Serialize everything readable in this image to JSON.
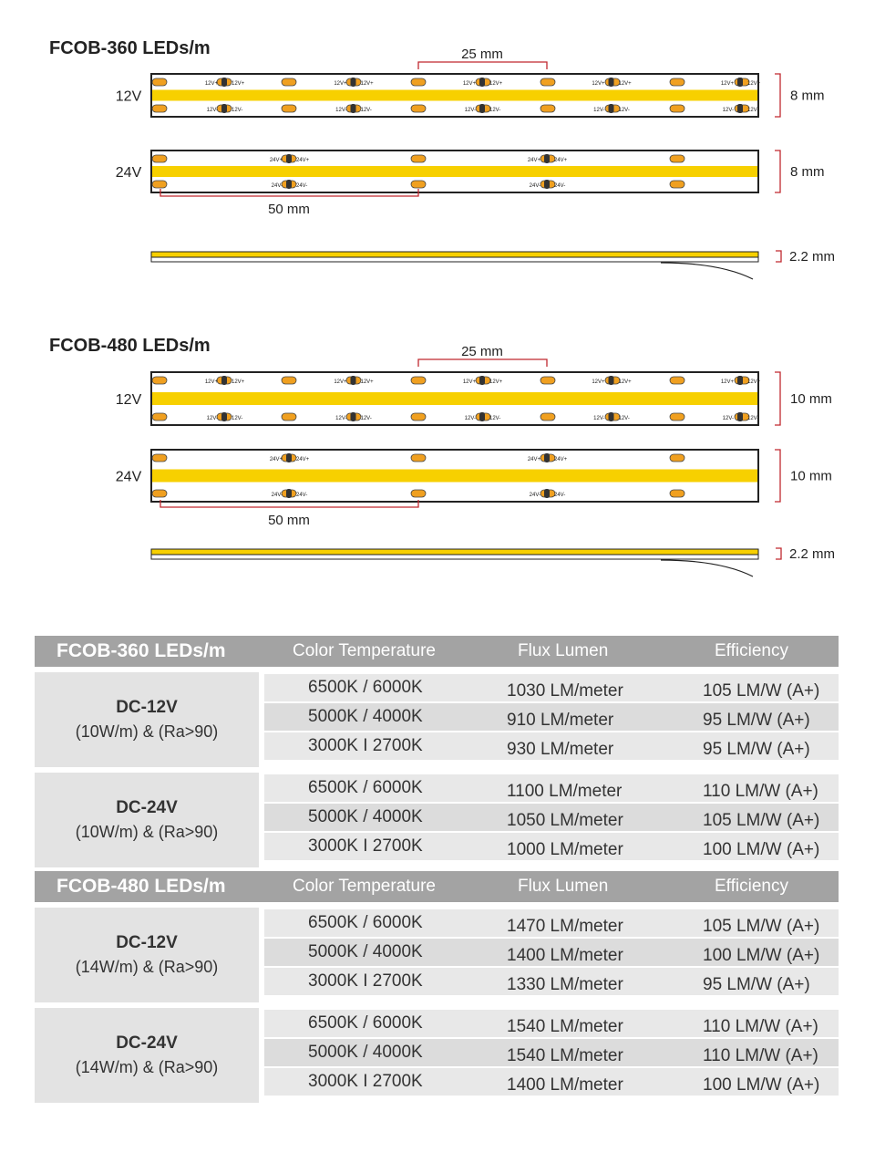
{
  "diagrams": [
    {
      "title": "FCOB-360 LEDs/m",
      "led_spacing_label": "25 mm",
      "cut_spacing_label": "50 mm",
      "strips": [
        {
          "voltage": "12V",
          "width_label": "8 mm",
          "pad_pos": "12V+",
          "pad_neg": "12V-"
        },
        {
          "voltage": "24V",
          "width_label": "8 mm",
          "pad_pos": "24V+",
          "pad_neg": "24V-"
        }
      ],
      "thickness_label": "2.2 mm"
    },
    {
      "title": "FCOB-480 LEDs/m",
      "led_spacing_label": "25 mm",
      "cut_spacing_label": "50 mm",
      "strips": [
        {
          "voltage": "12V",
          "width_label": "10 mm",
          "pad_pos": "12V+",
          "pad_neg": "12V-"
        },
        {
          "voltage": "24V",
          "width_label": "10 mm",
          "pad_pos": "24V+",
          "pad_neg": "24V-"
        }
      ],
      "thickness_label": "2.2 mm"
    }
  ],
  "tables": [
    {
      "name": "FCOB-360 LEDs/m",
      "headers": [
        "Color Temperature",
        "Flux Lumen",
        "Efficiency"
      ],
      "groups": [
        {
          "voltage": "DC-12V",
          "desc": "(10W/m) & (Ra>90)",
          "rows": [
            [
              "6500K / 6000K",
              "1030 LM/meter",
              "105 LM/W (A+)"
            ],
            [
              "5000K / 4000K",
              "910 LM/meter",
              "95 LM/W (A+)"
            ],
            [
              "3000K I 2700K",
              "930 LM/meter",
              "95 LM/W (A+)"
            ]
          ]
        },
        {
          "voltage": "DC-24V",
          "desc": "(10W/m) & (Ra>90)",
          "rows": [
            [
              "6500K / 6000K",
              "1100 LM/meter",
              "110 LM/W (A+)"
            ],
            [
              "5000K / 4000K",
              "1050 LM/meter",
              "105 LM/W (A+)"
            ],
            [
              "3000K I 2700K",
              "1000 LM/meter",
              "100 LM/W (A+)"
            ]
          ]
        }
      ]
    },
    {
      "name": "FCOB-480 LEDs/m",
      "headers": [
        "Color Temperature",
        "Flux Lumen",
        "Efficiency"
      ],
      "groups": [
        {
          "voltage": "DC-12V",
          "desc": "(14W/m) & (Ra>90)",
          "rows": [
            [
              "6500K / 6000K",
              "1470 LM/meter",
              "105 LM/W (A+)"
            ],
            [
              "5000K / 4000K",
              "1400 LM/meter",
              "100 LM/W (A+)"
            ],
            [
              "3000K I 2700K",
              "1330 LM/meter",
              "95 LM/W (A+)"
            ]
          ]
        },
        {
          "voltage": "DC-24V",
          "desc": "(14W/m) & (Ra>90)",
          "rows": [
            [
              "6500K / 6000K",
              "1540 LM/meter",
              "110 LM/W (A+)"
            ],
            [
              "5000K / 4000K",
              "1540 LM/meter",
              "110 LM/W (A+)"
            ],
            [
              "3000K I 2700K",
              "1400 LM/meter",
              "100 LM/W (A+)"
            ]
          ]
        }
      ]
    }
  ],
  "colors": {
    "strip_yellow": "#f7d000",
    "led_orange": "#f0a020",
    "bracket_red": "#c0282f",
    "header_gray": "#a3a3a3"
  }
}
